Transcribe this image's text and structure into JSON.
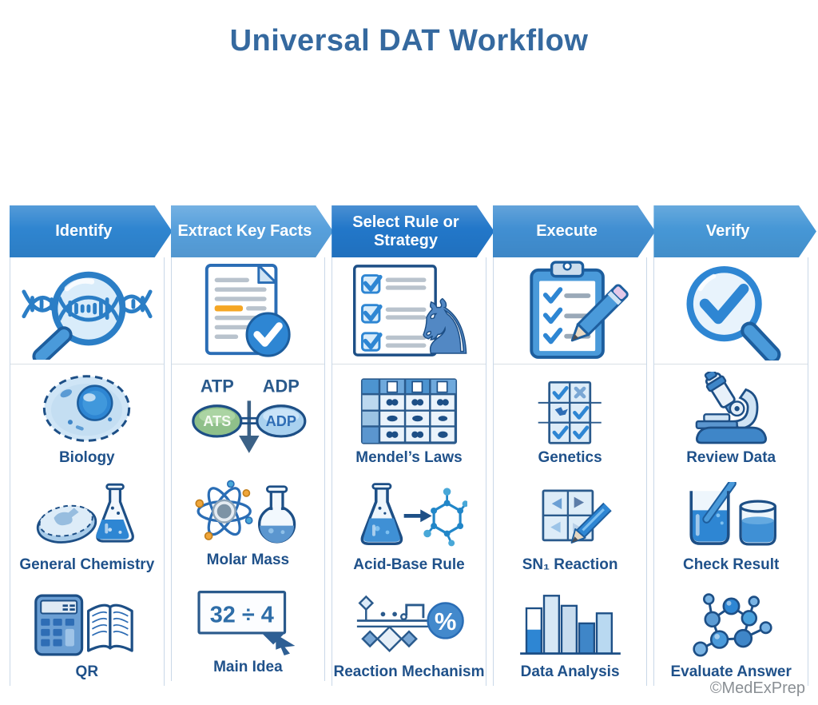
{
  "title": "Universal DAT Workflow",
  "copyright": "©MedExPrep",
  "colors": {
    "title_text": "#35699f",
    "label_text": "#1f518a",
    "header_text": "#ffffff",
    "accent_orange": "#f5a623",
    "icon_blue": "#2e86d3",
    "icon_outline": "#1d4f86"
  },
  "columns": [
    {
      "header": "Identify",
      "header_color": "#2f85d0",
      "rows": [
        {
          "icon": "dna-magnifier-icon",
          "label": ""
        },
        {
          "icon": "cell-icon",
          "label": "Biology"
        },
        {
          "icon": "petri-dish-flask-icon",
          "label": "General Chemistry"
        },
        {
          "icon": "calculator-book-icon",
          "label": "QR"
        }
      ]
    },
    {
      "header": "Extract Key Facts",
      "header_color": "#57a0dc",
      "rows": [
        {
          "icon": "document-check-icon",
          "label": ""
        },
        {
          "icon": "atp-adp-diagram-icon",
          "label": "",
          "diagram": {
            "top_left": "ATP",
            "top_right": "ADP",
            "oval_left": "ATS",
            "oval_right": "ADP"
          }
        },
        {
          "icon": "atom-flask-icon",
          "label": "Molar Mass"
        },
        {
          "icon": "division-expression-icon",
          "label": "Main Idea",
          "expression": "32 ÷ 4"
        }
      ]
    },
    {
      "header": "Select Rule or Strategy",
      "header_color": "#2277c9",
      "rows": [
        {
          "icon": "checklist-knight-icon",
          "label": ""
        },
        {
          "icon": "punnett-grid-icon",
          "label": "Mendel’s Laws"
        },
        {
          "icon": "flask-molecule-icon",
          "label": "Acid-Base Rule"
        },
        {
          "icon": "mechanism-percent-icon",
          "label": "Reaction Mechanism",
          "percent": "%"
        }
      ]
    },
    {
      "header": "Execute",
      "header_color": "#418fd2",
      "rows": [
        {
          "icon": "clipboard-pencil-icon",
          "label": ""
        },
        {
          "icon": "genetics-grid-icon",
          "label": "Genetics"
        },
        {
          "icon": "grid-pencil-icon",
          "label": "SN₁ Reaction"
        },
        {
          "icon": "bar-chart-icon",
          "label": "Data Analysis"
        }
      ]
    },
    {
      "header": "Verify",
      "header_color": "#4697d6",
      "rows": [
        {
          "icon": "magnifier-check-icon",
          "label": ""
        },
        {
          "icon": "microscope-icon",
          "label": "Review Data"
        },
        {
          "icon": "beakers-icon",
          "label": "Check Result"
        },
        {
          "icon": "molecule-cluster-icon",
          "label": "Evaluate Answer"
        }
      ]
    }
  ]
}
